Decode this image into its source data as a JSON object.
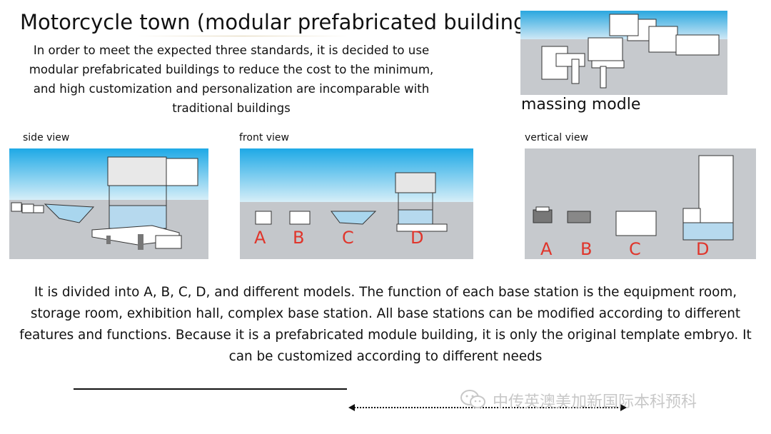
{
  "title": "Motorcycle town (modular prefabricated building)",
  "intro_lines": [
    "In order to meet the expected three standards, it is decided to use",
    "modular prefabricated buildings to reduce the cost to the minimum,",
    "and high customization and personalization are incomparable with",
    "traditional buildings"
  ],
  "massing": {
    "label": "massing modle"
  },
  "views": [
    {
      "label": "side view"
    },
    {
      "label": "front view",
      "letters": [
        "A",
        "B",
        "C",
        "D"
      ]
    },
    {
      "label": "vertical view",
      "letters": [
        "A",
        "B",
        "C",
        "D"
      ]
    }
  ],
  "body_lines": [
    "It is divided into A, B, C, D, and different models. The function of each base station is the equipment room,",
    "storage room, exhibition hall, complex base station. All base stations can be modified according to different",
    "features and functions. Because it is a prefabricated module building, it is only the original template embryo. It",
    "can be customized according to different needs"
  ],
  "watermark": "中传英澳美加新国际本科预科",
  "colors": {
    "letter": "#e0352b",
    "sky": "#2fb4e8",
    "ground": "#c9ccd0"
  },
  "icons": {
    "watermark": "wechat-icon",
    "bottom_arrow": "double-arrow-icon"
  }
}
